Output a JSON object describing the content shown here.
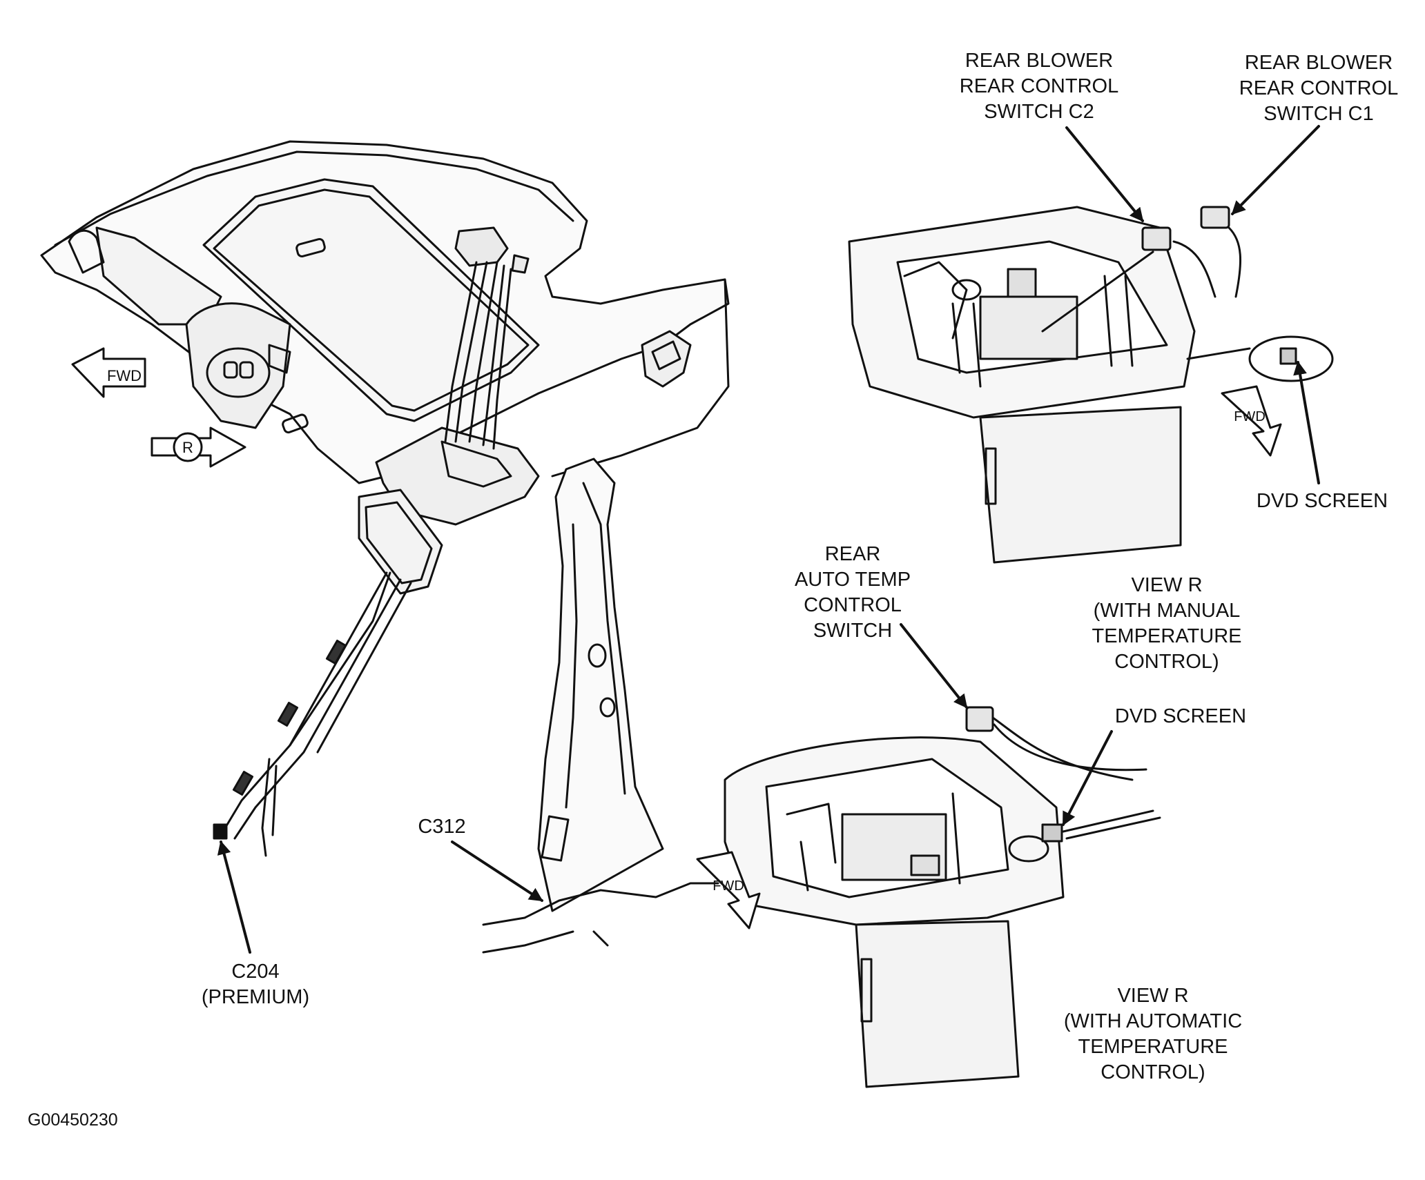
{
  "labels": {
    "rear_blower_c2": [
      "REAR BLOWER",
      "REAR CONTROL",
      "SWITCH C2"
    ],
    "rear_blower_c1": [
      "REAR BLOWER",
      "REAR CONTROL",
      "SWITCH C1"
    ],
    "dvd_screen_top": "DVD SCREEN",
    "view_r_manual": [
      "VIEW R",
      "(WITH MANUAL",
      "TEMPERATURE",
      "CONTROL)"
    ],
    "rear_auto_temp": [
      "REAR",
      "AUTO TEMP",
      "CONTROL",
      "SWITCH"
    ],
    "dvd_screen_bottom": "DVD SCREEN",
    "c312": "C312",
    "c204": [
      "C204",
      "(PREMIUM)"
    ],
    "view_r_auto": [
      "VIEW R",
      "(WITH AUTOMATIC",
      "TEMPERATURE",
      "CONTROL)"
    ],
    "figure_code": "G00450230"
  },
  "arrow_tags": {
    "fwd": "FWD",
    "r": "R"
  },
  "colors": {
    "line": "#111111",
    "background": "#ffffff",
    "fill": "#f3f3f3"
  }
}
